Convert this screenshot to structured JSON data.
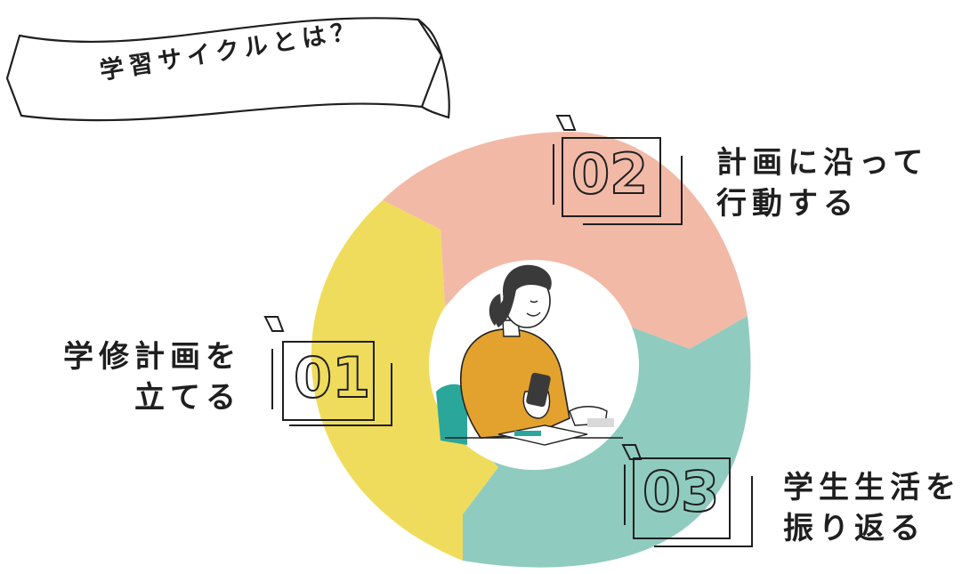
{
  "title": "学習サイクルとは？",
  "steps": [
    {
      "number": "01",
      "line1": "学修計画を",
      "line2": "立てる",
      "color": "#f0dc5c"
    },
    {
      "number": "02",
      "line1": "計画に沿って",
      "line2": "行動する",
      "color": "#f2b9a7"
    },
    {
      "number": "03",
      "line1": "学生生活を",
      "line2": "振り返る",
      "color": "#8fccbf"
    }
  ],
  "colors": {
    "ink": "#1f1f1f",
    "yellow": "#f0dc5c",
    "pink": "#f2b9a7",
    "teal": "#8fccbf",
    "sweater": "#e3a12e",
    "chair": "#2aa79a"
  },
  "center_illustration": "person-using-smartphone-at-desk"
}
